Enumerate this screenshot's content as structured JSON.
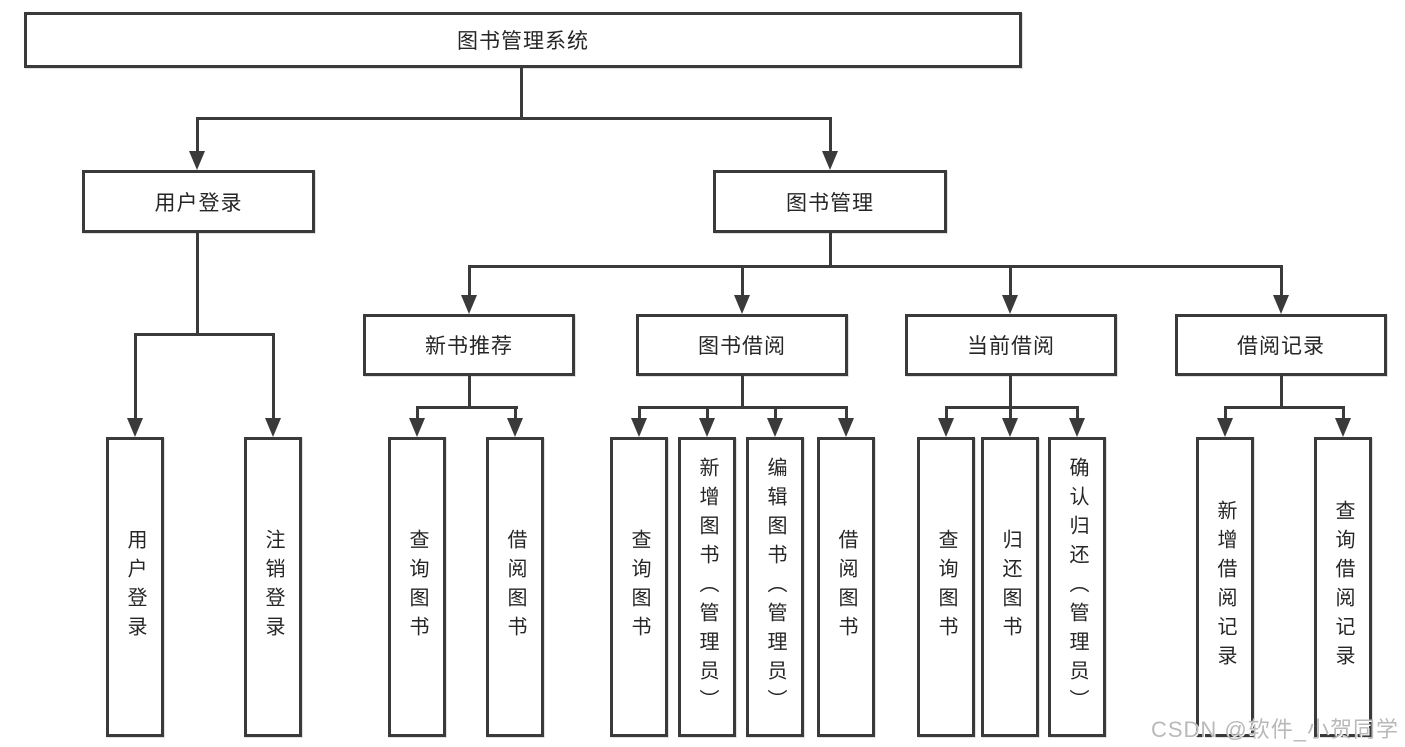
{
  "diagram": {
    "type": "hierarchy-tree",
    "colors": {
      "line": "#3a3a3a",
      "box_border": "#3a3a3a",
      "box_background": "#ffffff",
      "text": "#262626",
      "watermark": "#b9b9b9"
    },
    "root": {
      "label": "图书管理系统"
    },
    "level2": {
      "user_login": {
        "label": "用户登录"
      },
      "book_mgmt": {
        "label": "图书管理"
      }
    },
    "level3": {
      "new_books": {
        "label": "新书推荐"
      },
      "borrowing": {
        "label": "图书借阅"
      },
      "current": {
        "label": "当前借阅"
      },
      "records": {
        "label": "借阅记录"
      }
    },
    "leaves": {
      "user_login": [
        {
          "label": "用户登录"
        },
        {
          "label": "注销登录"
        }
      ],
      "new_books": [
        {
          "label": "查询图书"
        },
        {
          "label": "借阅图书"
        }
      ],
      "borrowing": [
        {
          "label": "查询图书"
        },
        {
          "label": "新增图书（管理员）"
        },
        {
          "label": "编辑图书（管理员）"
        },
        {
          "label": "借阅图书"
        }
      ],
      "current": [
        {
          "label": "查询图书"
        },
        {
          "label": "归还图书"
        },
        {
          "label": "确认归还（管理员）"
        }
      ],
      "records": [
        {
          "label": "新增借阅记录"
        },
        {
          "label": "查询借阅记录"
        }
      ]
    },
    "watermark": {
      "text": "CSDN @软件_小贺同学"
    }
  }
}
